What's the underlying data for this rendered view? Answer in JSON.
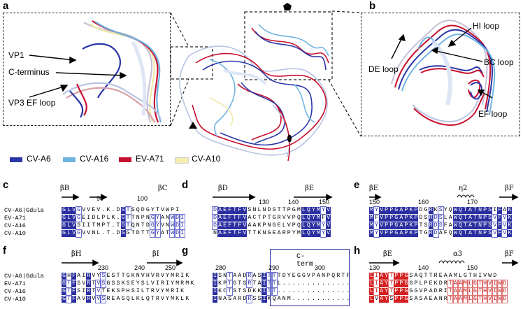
{
  "panels": {
    "a": "a",
    "b": "b",
    "c": "c",
    "d": "d",
    "e": "e",
    "f": "f",
    "g": "g",
    "h": "h"
  },
  "annotations": {
    "vp1": "VP1",
    "cterm": "C-terminus",
    "vp3ef": "VP3 EF loop",
    "hi": "HI loop",
    "de": "DE loop",
    "bc": "BC loop",
    "ef": "EF loop"
  },
  "legend": [
    {
      "label": "CV-A6",
      "color": "#2b37a8"
    },
    {
      "label": "CV-A16",
      "color": "#6fb3e0"
    },
    {
      "label": "EV-A71",
      "color": "#c8102e"
    },
    {
      "label": "CV-A10",
      "color": "#f4efb0"
    }
  ],
  "colors": {
    "conserved": "#2b2fa0",
    "highlight_red": "#d42020"
  },
  "names": [
    "CV-A6|Gdula",
    "EV-A71",
    "CV-A16",
    "CV-A10"
  ],
  "names_h": [
    "CV-A6|Gdula",
    "EV-A71",
    "CV-A16",
    "CV-A10"
  ],
  "c": {
    "ss1": "βB",
    "ss2": "βC",
    "n1": "90",
    "n2": "100",
    "rows": [
      "GLVGVVEV.K.DGTSQDGYTVWPI",
      "GLVGEIDLPLK.GTTNPNGYANWDI",
      "GLVSIITMPT.TGTQNTDGYVNWDI",
      "GLVGVVNL.T.DGGTDTTGYATWDI"
    ]
  },
  "d": {
    "ss1": "βD",
    "ss2": "βE",
    "n1": "130",
    "n2": "140",
    "n3": "150",
    "rows": [
      "DAEFTFVSNLNDSTTPGMLQYMYV",
      "DAEFTFVACTPTGRVVPQLQYMFV",
      "DAEFTFVAAKPNGELVPQLQYMYV",
      "NAEFTFVTTKNGEARPYMLQYMYV"
    ]
  },
  "e": {
    "ss1": "βE",
    "ss2": "η2",
    "ss3": "βF",
    "n1": "150",
    "n2": "160",
    "n3": "170",
    "rows": [
      "MYVPPGAPKPDGRKSYQWQTATNPSIFAK",
      "MFVPPGAPKPDSRDSLAWQTATNPSVFVK",
      "MYVPPGAPKPTSRDSFAWQTATNPSVFVK",
      "MYVPPGAPKPTGRDAFQWQTATNPSVFVK"
    ]
  },
  "f": {
    "ss1": "βH",
    "ss2": "βI",
    "n1": "230",
    "n2": "240",
    "n3": "250",
    "rows": [
      "GHFAIRVYSESTTGKNVHVRVYMRIK",
      "GTFSVRTVSGSSKSEYSLVIRIYMRMK",
      "GTFSIRTVTEKSPHSILTRVYMRIK",
      "GTFAVRVVSREASQLKLQTRVYMKLK"
    ]
  },
  "g": {
    "n1": "280",
    "n2": "290",
    "n3": "300",
    "boxlabel": "C-term",
    "rows": [
      "ISNTAADRASITTTDYEGGVPANPQRTF",
      "IKPTGTSRTAITTL..............",
      "IKCTSTSDKKITT...............",
      "INASARDRSSIKQANM............"
    ]
  },
  "h": {
    "ss1": "βE",
    "ss2": "α3",
    "ss3": "βF",
    "n1": "130",
    "n2": "140",
    "n3": "150",
    "rows": [
      "LIAYTPPGSAQTTREAAMLGTHIVWD",
      "LIAYTPPGGPLPEKDRTAAMLGTHVIWD",
      "LIAYTPPGGGVPADRITAAMLGTHVIWD",
      "LVAYSPPGSASAEANRTAAMLGTHVIWD"
    ]
  }
}
